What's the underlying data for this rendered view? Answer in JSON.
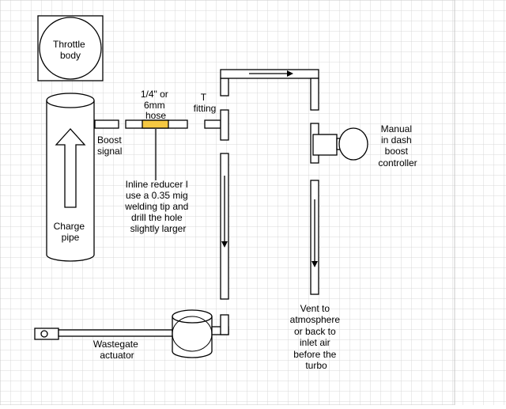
{
  "colors": {
    "background": "#ffffff",
    "grid_line": "#d8d8d8",
    "stroke": "#000000",
    "reducer_fill": "#f5c842"
  },
  "labels": {
    "throttle_body": [
      "Throttle",
      "body"
    ],
    "charge_pipe": [
      "Charge",
      "pipe"
    ],
    "boost_signal": [
      "Boost",
      "signal"
    ],
    "hose": [
      "1/4\" or",
      "6mm",
      "hose"
    ],
    "t_fitting": [
      "T",
      "fitting"
    ],
    "inline_reducer": [
      "Inline reducer I",
      "use a 0.35 mig",
      "welding tip and",
      "drill the hole",
      "slightly larger"
    ],
    "boost_controller": [
      "Manual",
      "in dash",
      "boost",
      "controller"
    ],
    "vent": [
      "Vent to",
      "atmosphere",
      "or back to",
      "inlet air",
      "before the",
      "turbo"
    ],
    "wastegate_actuator": [
      "Wastegate",
      "actuator"
    ]
  }
}
